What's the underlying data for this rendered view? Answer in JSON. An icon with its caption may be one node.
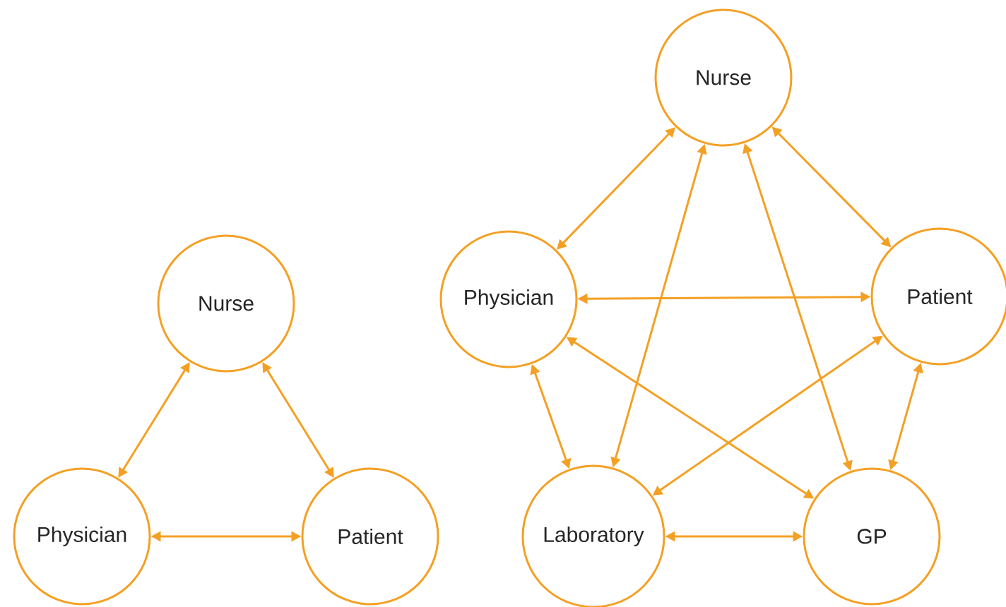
{
  "diagram": {
    "nodes": [
      {
        "text": [
          "Nurse"
        ]
      },
      {
        "text": [
          "Physician"
        ]
      },
      {
        "text": [
          "Patient"
        ]
      },
      {
        "text": [
          "Nurse"
        ]
      },
      {
        "text": [
          "Physician"
        ]
      },
      {
        "text": [
          "Patient"
        ]
      },
      {
        "text": [
          "Laboratory"
        ]
      },
      {
        "text": [
          "GP"
        ]
      }
    ],
    "edges": [
      {
        "from": 0,
        "to": 1,
        "arrow": "both"
      },
      {
        "from": 0,
        "to": 2,
        "arrow": "both"
      },
      {
        "from": 1,
        "to": 2,
        "arrow": "both"
      },
      {
        "from": 3,
        "to": 4,
        "arrow": "both"
      },
      {
        "from": 3,
        "to": 5,
        "arrow": "both"
      },
      {
        "from": 3,
        "to": 6,
        "arrow": "both"
      },
      {
        "from": 3,
        "to": 7,
        "arrow": "both"
      },
      {
        "from": 4,
        "to": 5,
        "arrow": "both"
      },
      {
        "from": 4,
        "to": 6,
        "arrow": "both"
      },
      {
        "from": 4,
        "to": 7,
        "arrow": "both"
      },
      {
        "from": 5,
        "to": 6,
        "arrow": "both"
      },
      {
        "from": 5,
        "to": 7,
        "arrow": "both"
      },
      {
        "from": 6,
        "to": 7,
        "arrow": "both"
      }
    ]
  }
}
